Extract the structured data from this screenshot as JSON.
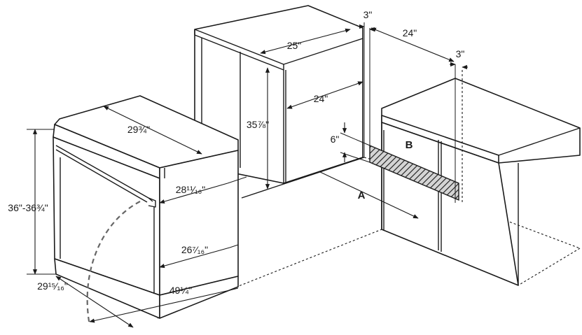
{
  "dimensions": {
    "dishwasher_depth_top": "29¾\"",
    "opening_height": "35⅞\"",
    "opening_width": "25\"",
    "opening_depth": "24\"",
    "cabinet_depth": "24\"",
    "clearance_left": "3\"",
    "clearance_right": "3\"",
    "vent_height": "6\"",
    "depth_handle": "28¹¹⁄₁₆\"",
    "depth_body": "26⁷⁄₁₆\"",
    "depth_door_open": "49¼\"",
    "height_range": "36\"-36¾\"",
    "width_bottom": "29¹⁵⁄₁₆\""
  },
  "labels": {
    "a": "A",
    "b": "B"
  },
  "colors": {
    "line": "#1a1a1a",
    "hatch_fill": "#bdbdbd",
    "door_swing": "#666666"
  }
}
